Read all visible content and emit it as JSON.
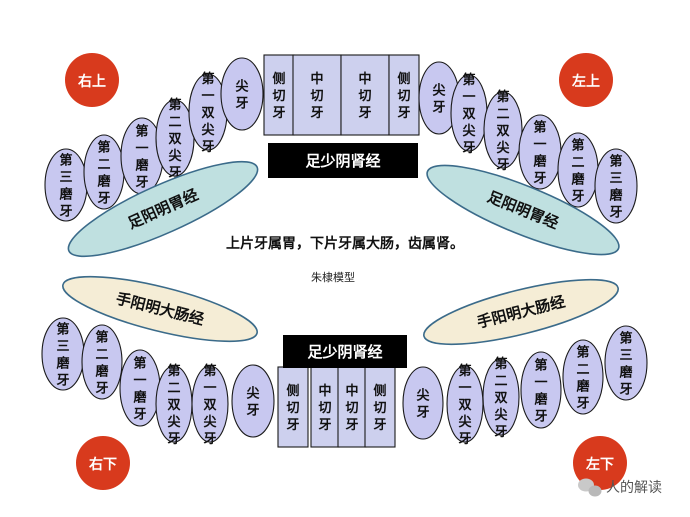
{
  "corner_labels": {
    "upper_right": "右上",
    "upper_left": "左上",
    "lower_right": "右下",
    "lower_left": "左下"
  },
  "banners": {
    "upper": "足少阴肾经",
    "lower": "足少阴肾经"
  },
  "meridians": {
    "upper_left": "足阳明胃经",
    "upper_right": "足阳明胃经",
    "lower_left": "手阳明大肠经",
    "lower_right": "手阳明大肠经"
  },
  "center_note": "上片牙属胃，下片牙属大肠，齿属肾。",
  "model_label": "朱棣模型",
  "watermark": "人的解读",
  "teeth": {
    "upper": [
      "第三磨牙",
      "第二磨牙",
      "第一磨牙",
      "第二双尖牙",
      "第一双尖牙",
      "尖牙",
      "侧切牙",
      "中切牙",
      "中切牙",
      "侧切牙",
      "尖牙",
      "第一双尖牙",
      "第二双尖牙",
      "第一磨牙",
      "第二磨牙",
      "第三磨牙"
    ],
    "lower": [
      "第三磨牙",
      "第二磨牙",
      "第一磨牙",
      "第二双尖牙",
      "第一双尖牙",
      "尖牙",
      "侧切牙",
      "中切牙",
      "中切牙",
      "侧切牙",
      "尖牙",
      "第一双尖牙",
      "第二双尖牙",
      "第一磨牙",
      "第二磨牙",
      "第三磨牙"
    ]
  },
  "colors": {
    "tooth_fill": "#c8c8f0",
    "corner_red": "#d83a1d",
    "meridian_teal": "#bfe0e0",
    "meridian_cream": "#f5edd6",
    "banner_black": "#000000"
  }
}
